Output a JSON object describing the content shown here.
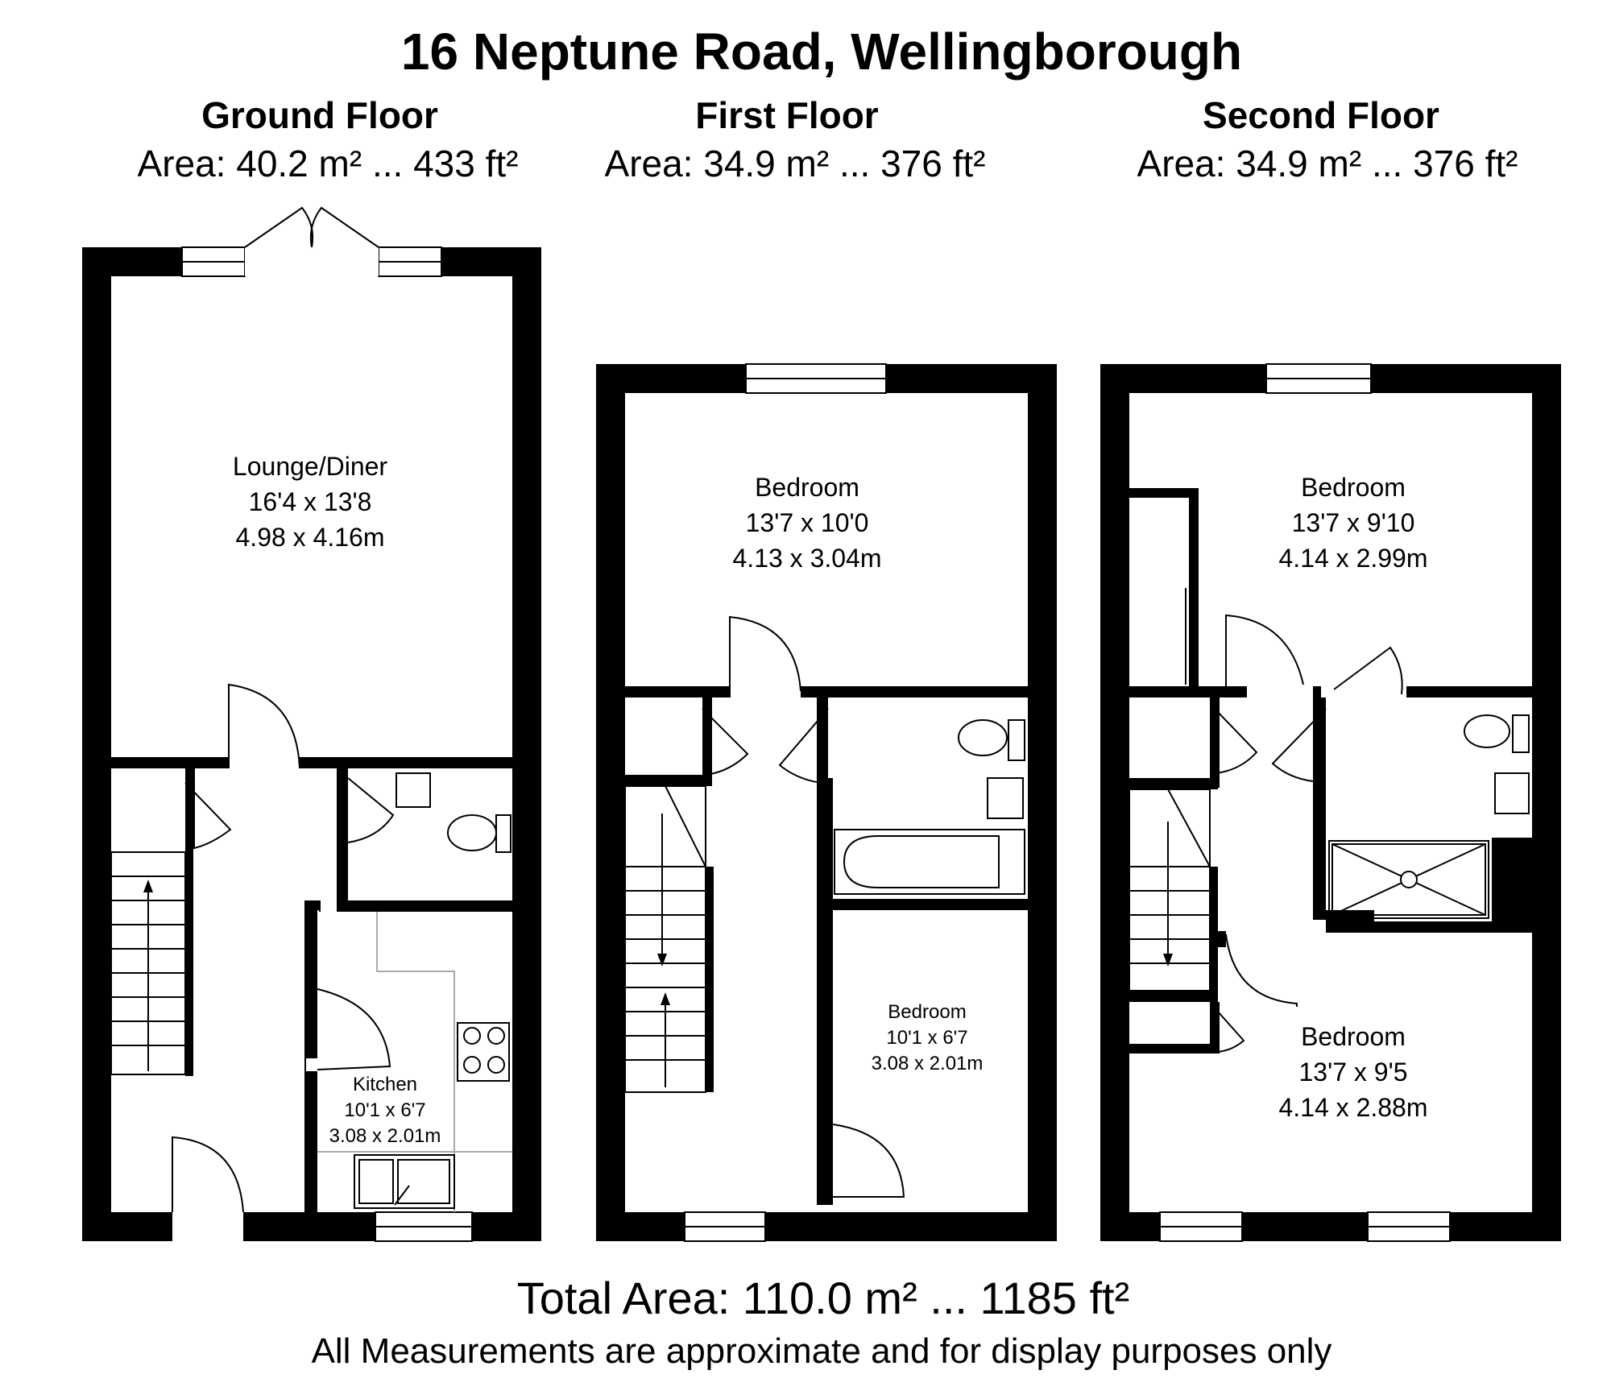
{
  "title": "16 Neptune Road, Wellingborough",
  "floors": [
    {
      "name": "Ground Floor",
      "area": "Area: 40.2 m² ... 433 ft²"
    },
    {
      "name": "First Floor",
      "area": "Area: 34.9 m² ... 376 ft²"
    },
    {
      "name": "Second Floor",
      "area": "Area: 34.9 m² ... 376 ft²"
    }
  ],
  "rooms": {
    "lounge": {
      "name": "Lounge/Diner",
      "imperial": "16'4 x 13'8",
      "metric": "4.98 x 4.16m"
    },
    "kitchen": {
      "name": "Kitchen",
      "imperial": "10'1 x 6'7",
      "metric": "3.08 x 2.01m"
    },
    "first_bed_front": {
      "name": "Bedroom",
      "imperial": "13'7 x 10'0",
      "metric": "4.13 x 3.04m"
    },
    "first_bed_back": {
      "name": "Bedroom",
      "imperial": "10'1 x 6'7",
      "metric": "3.08 x 2.01m"
    },
    "second_bed_front": {
      "name": "Bedroom",
      "imperial": "13'7 x 9'10",
      "metric": "4.14 x 2.99m"
    },
    "second_bed_back": {
      "name": "Bedroom",
      "imperial": "13'7 x 9'5",
      "metric": "4.14 x 2.88m"
    }
  },
  "footer": {
    "total": "Total Area: 110.0 m²  ...  1185 ft²",
    "note": "All Measurements are approximate and for display purposes only"
  },
  "colors": {
    "wall": "#000000",
    "background": "#ffffff",
    "fixture": "#888888"
  }
}
